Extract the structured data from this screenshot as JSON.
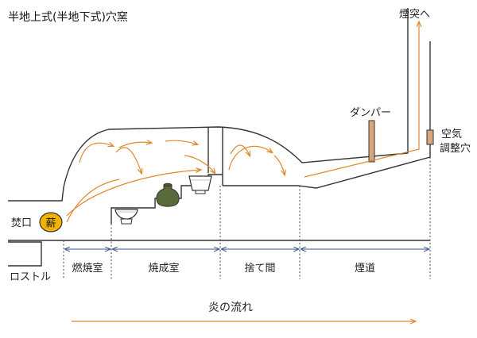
{
  "title": "半地上式(半地下式)穴窯",
  "labels": {
    "chimney": "煙突へ",
    "damper": "ダンパー",
    "air_hole_1": "空気",
    "air_hole_2": "調整穴",
    "firing_port": "焚口",
    "firewood": "薪",
    "grate": "ロストル"
  },
  "sections": [
    {
      "label": "燃焼室"
    },
    {
      "label": "焼成室"
    },
    {
      "label": "捨て間"
    },
    {
      "label": "煙道"
    }
  ],
  "flow_label": "炎の流れ",
  "colors": {
    "flame": "#e0882a",
    "dimension": "#3a5a8c",
    "firewood_fill": "#f0b400",
    "damper_fill": "#d9a57a",
    "wall": "#333333"
  }
}
